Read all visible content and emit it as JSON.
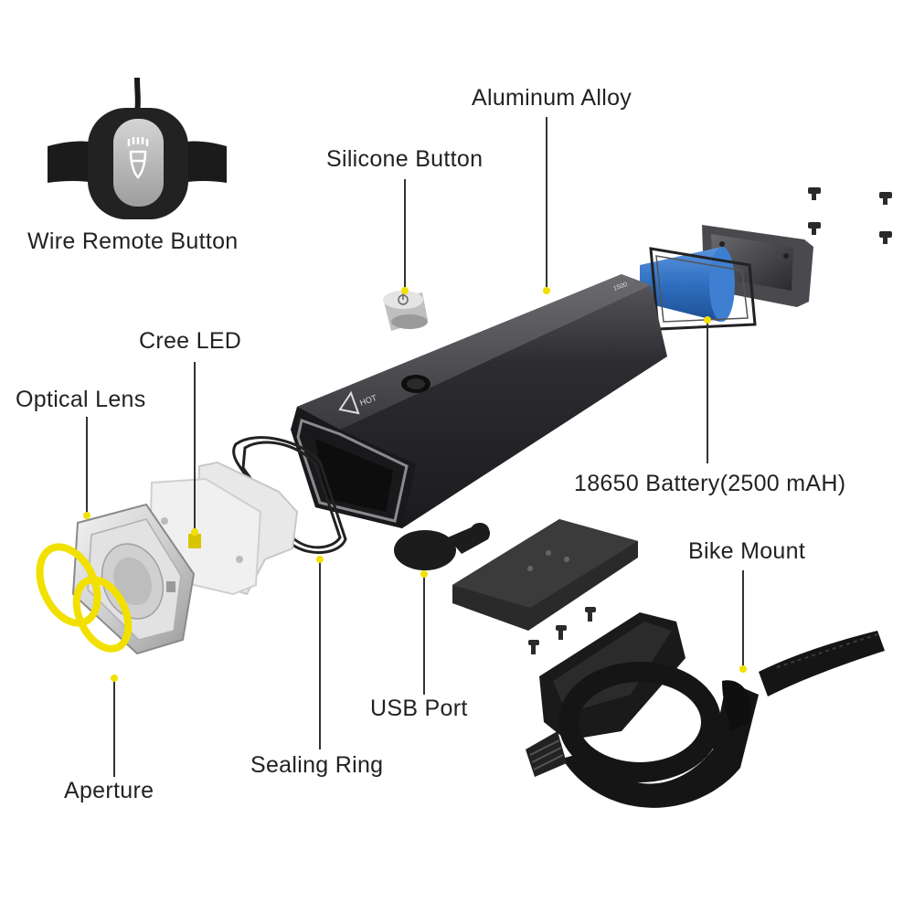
{
  "labels": {
    "wire_remote_button": "Wire Remote Button",
    "silicone_button": "Silicone Button",
    "aluminum_alloy": "Aluminum Alloy",
    "cree_led": "Cree LED",
    "optical_lens": "Optical Lens",
    "battery": "18650 Battery(2500 mAH)",
    "bike_mount": "Bike Mount",
    "usb_port": "USB Port",
    "sealing_ring": "Sealing Ring",
    "aperture": "Aperture"
  },
  "body_markings": {
    "hot": "HOT",
    "spec": "1500"
  },
  "colors": {
    "leader_line": "#333333",
    "marker_dot": "#f2e000",
    "battery": "#2f6fc0",
    "aperture": "#f2e000",
    "body": "#2c2c2e",
    "rubber": "#151515"
  },
  "icons": {
    "remote": "hand-beam-icon",
    "power": "power-icon"
  }
}
